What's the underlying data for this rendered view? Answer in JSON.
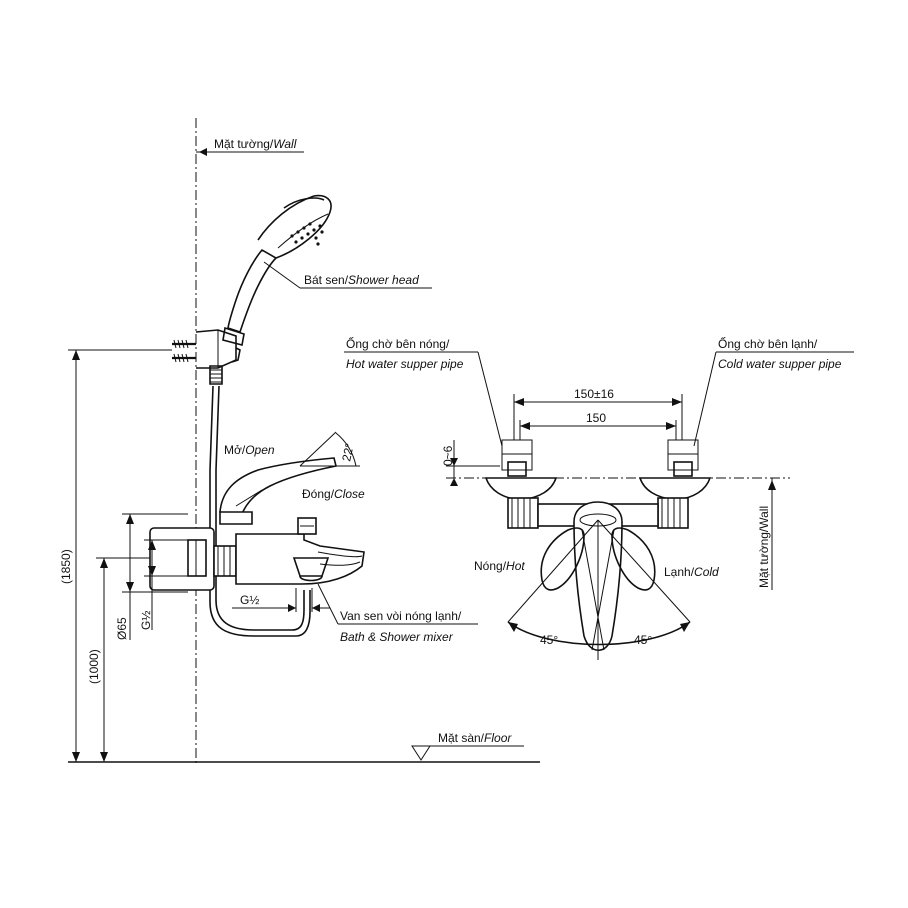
{
  "labels": {
    "wall_vi": "Mặt tường/",
    "wall_en": "Wall",
    "shower_head_vi": "Bát sen/",
    "shower_head_en": "Shower head",
    "open_vi": "Mở/",
    "open_en": "Open",
    "close_vi": "Đóng/",
    "close_en": "Close",
    "angle_22": "22°",
    "mixer_vi": "Van sen vòi nóng lạnh/",
    "mixer_en": "Bath & Shower mixer",
    "floor_vi": "Mặt sàn/",
    "floor_en": "Floor",
    "hot_pipe_vi": "Ống chờ bên nóng/",
    "hot_pipe_en": "Hot water supper pipe",
    "cold_pipe_vi": "Ống chờ bên lạnh/",
    "cold_pipe_en": "Cold water supper pipe",
    "hot_vi": "Nóng/",
    "hot_en": "Hot",
    "cold_vi": "Lạnh/",
    "cold_en": "Cold",
    "wall_vertical": "Mặt tường/Wall",
    "angle_45_left": "45°",
    "angle_45_right": "45°"
  },
  "dimensions": {
    "height_total": "(1850)",
    "height_mixer": "(1000)",
    "diameter": "Ø65",
    "thread_side": "G½",
    "thread_outlet": "G½",
    "offset": "0~6",
    "spacing_tol": "150±16",
    "spacing": "150"
  }
}
